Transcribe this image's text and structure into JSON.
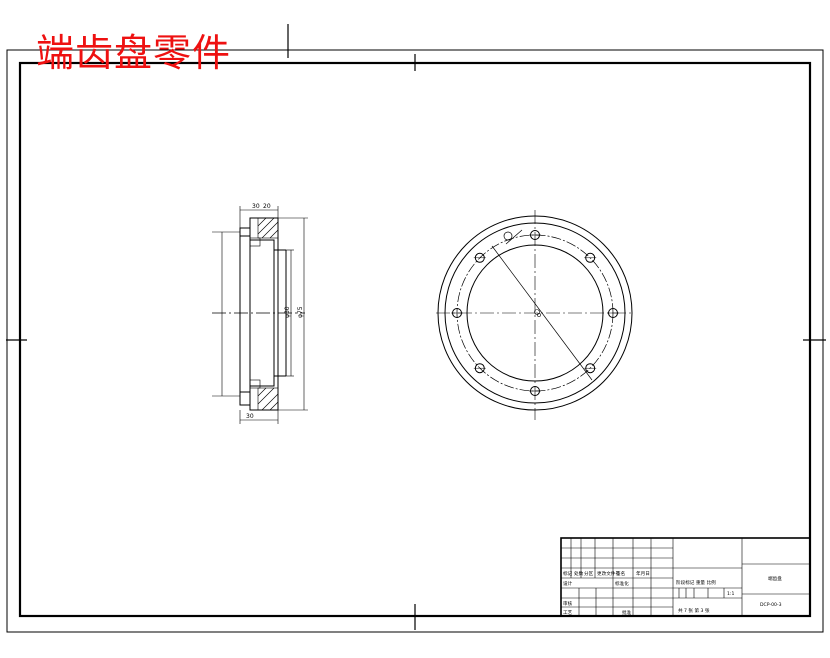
{
  "title": "端齿盘零件",
  "colors": {
    "line": "#000000",
    "title": "#ee1111",
    "background": "#ffffff"
  },
  "side_view": {
    "dim_top_a": "30",
    "dim_top_b": "20",
    "dim_inner": "φ30",
    "dim_outer": "φ75",
    "dim_bottom": "30"
  },
  "title_block": {
    "rev_row": [
      "标记",
      "处数",
      "分区",
      "更改文件号",
      "签名",
      "年月日"
    ],
    "left_rows": [
      "设计",
      "审核",
      "工艺"
    ],
    "std_label": "标准化",
    "approve_label": "批准",
    "stage_header": "阶段标记 重量 比例",
    "scale": "1:1",
    "sheets": "共 7 张  第 3 张",
    "part_name": "端齿盘",
    "drawing_no": "DCP-00-3"
  }
}
